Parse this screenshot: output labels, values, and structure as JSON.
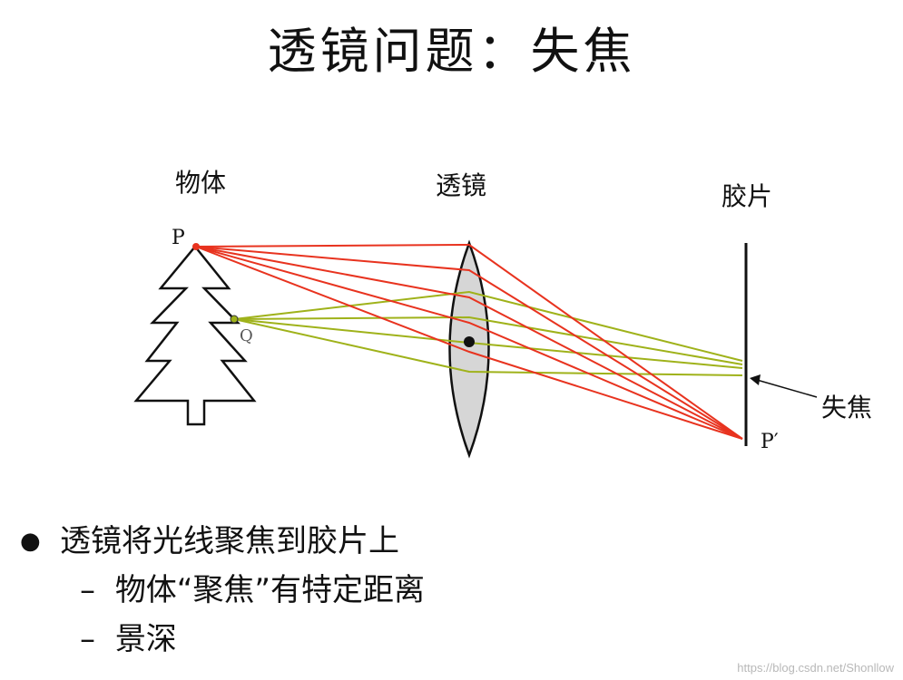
{
  "title": "透镜问题：失焦",
  "labels": {
    "object": "物体",
    "lens": "透镜",
    "film": "胶片",
    "defocus": "失焦",
    "point_p": "P",
    "point_q": "Q",
    "point_p_prime": "P′"
  },
  "colors": {
    "rays_from_p": "#e8331f",
    "rays_from_q": "#9fb21a",
    "lens_fill": "#d6d6d6",
    "outline": "#111111"
  },
  "bullets": {
    "main": "透镜将光线聚焦到胶片上",
    "sub": [
      "物体“聚焦”有特定距离",
      "景深"
    ],
    "sub_marker": "–"
  },
  "watermark": "https://blog.csdn.net/Shonllow"
}
